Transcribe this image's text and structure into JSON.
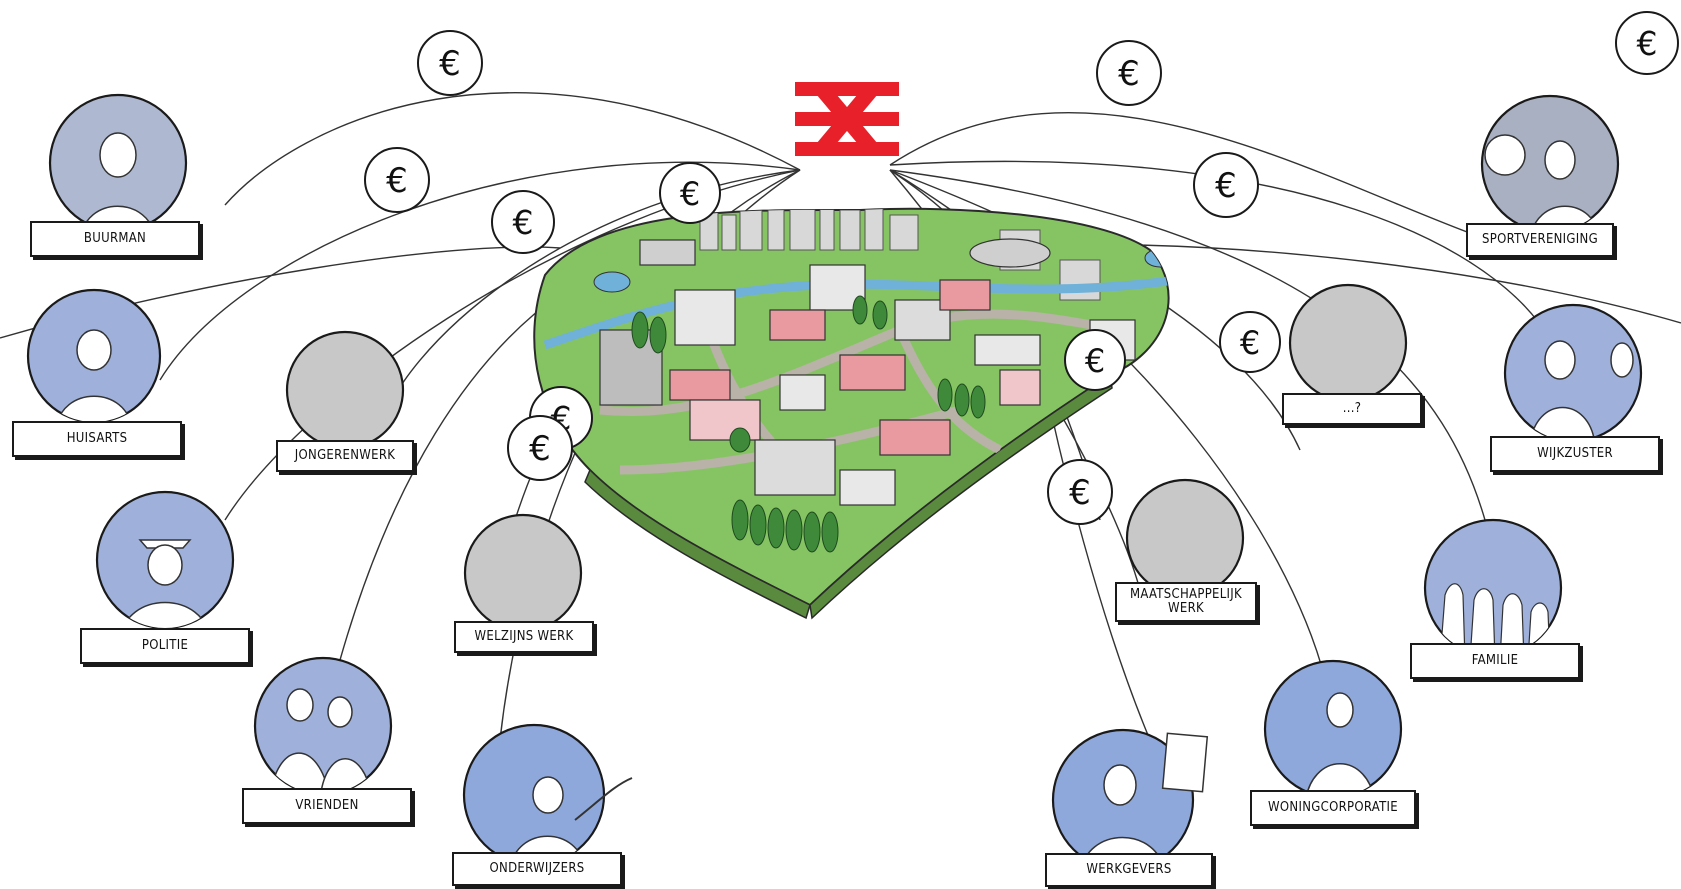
{
  "diagram": {
    "logo": "ns-logo",
    "currency_symbol": "€",
    "colors": {
      "logo_red": "#e8202a",
      "circle_blue": "#a9b8dd",
      "circle_grey": "#c8c8c8",
      "land_green": "#7cbf5a",
      "line": "#333333"
    },
    "stakeholders": {
      "buurman": "BUURMAN",
      "huisarts": "HUISARTS",
      "jongerenwerk": "JONGERENWERK",
      "politie": "POLITIE",
      "vrienden": "VRIENDEN",
      "welzijns_werk": "WELZIJNS WERK",
      "onderwijzers": "ONDERWIJZERS",
      "werkgevers": "WERKGEVERS",
      "maatschappelijk_werk": "MAATSCHAPPELIJK WERK",
      "woningcorporatie": "WONINGCORPORATIE",
      "familie": "FAMILIE",
      "wijkzuster": "WIJKZUSTER",
      "sportvereniging": "SPORTVERENIGING",
      "unknown": "...?"
    }
  }
}
